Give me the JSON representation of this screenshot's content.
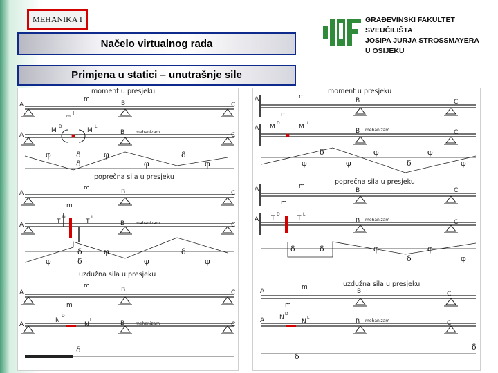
{
  "header": {
    "course": "MEHANIKA I",
    "title": "Načelo virtualnog rada",
    "subtitle": "Primjena u statici – unutrašnje sile"
  },
  "university": {
    "lines": [
      "GRAĐEVINSKI FAKULTET",
      "SVEUČILIŠTA",
      "JOSIPA JURJA STROSSMAYERA",
      "U OSIJEKU"
    ],
    "brand_color": "#2f8a3a"
  },
  "diagrams": {
    "sections": [
      {
        "caption": "moment u presjeku",
        "left": "M",
        "right": "M"
      },
      {
        "caption": "poprečna sila u presjeku",
        "left": "T",
        "right": "T"
      },
      {
        "caption": "uzdužna sila u presjeku",
        "left": "N",
        "right": "N"
      }
    ],
    "labels": {
      "a": "A",
      "b": "B",
      "c": "C",
      "m": "m",
      "mech": "mehanizam",
      "D": "D",
      "L": "L",
      "phi": "φ",
      "delta": "δ"
    }
  }
}
